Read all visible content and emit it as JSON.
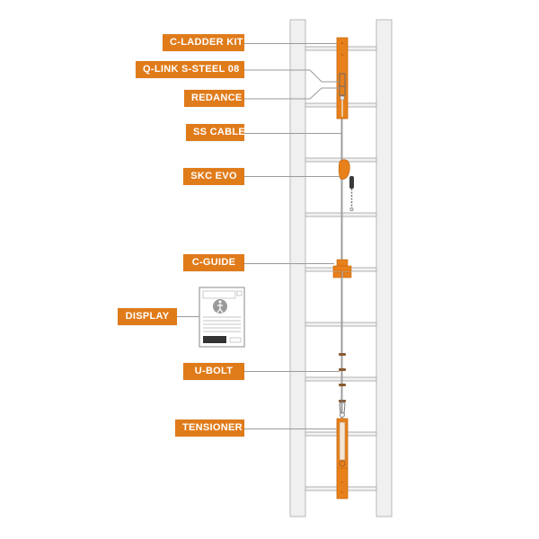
{
  "diagram": {
    "accent_color": "#e07b1a",
    "labels": [
      {
        "id": "c-ladder-kit",
        "text": "C-LADDER KIT"
      },
      {
        "id": "q-link",
        "text": "Q-LINK S-STEEL 08"
      },
      {
        "id": "redance",
        "text": "REDANCE"
      },
      {
        "id": "ss-cable",
        "text": "SS CABLE"
      },
      {
        "id": "skc-evo",
        "text": "SKC EVO"
      },
      {
        "id": "c-guide",
        "text": "C-GUIDE"
      },
      {
        "id": "display",
        "text": "DISPLAY"
      },
      {
        "id": "u-bolt",
        "text": "U-BOLT"
      },
      {
        "id": "tensioner",
        "text": "TENSIONER"
      }
    ]
  }
}
